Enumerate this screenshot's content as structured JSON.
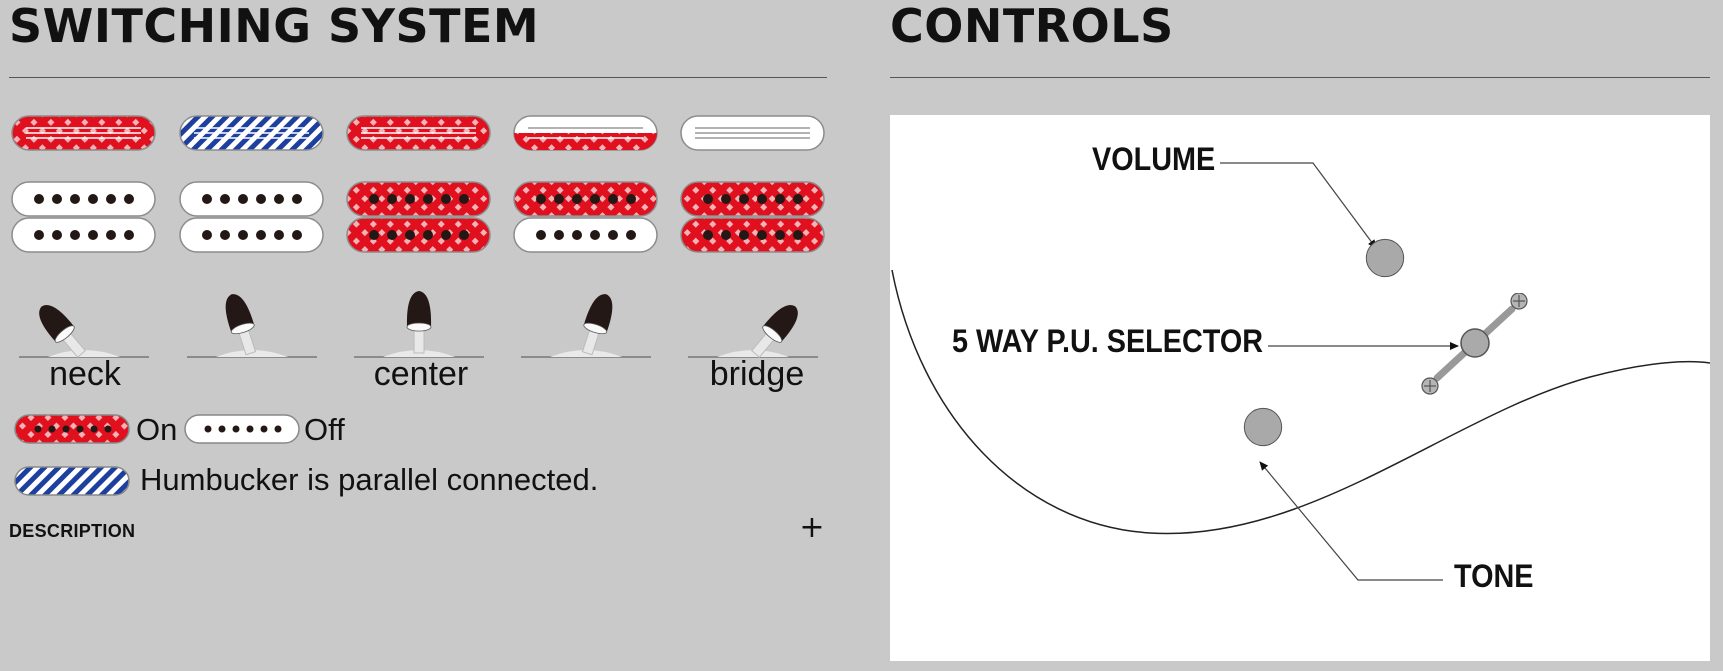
{
  "switching_system": {
    "title": "SWITCHING SYSTEM",
    "positions": [
      {
        "label": "neck",
        "lever": "left"
      },
      {
        "label": "",
        "lever": "mid-left"
      },
      {
        "label": "center",
        "lever": "center"
      },
      {
        "label": "",
        "lever": "mid-right"
      },
      {
        "label": "bridge",
        "lever": "right"
      }
    ],
    "pickup_rows": [
      [
        "on",
        "parallel",
        "on",
        "half-on",
        "off"
      ],
      [
        "off",
        "off",
        "on",
        "on",
        "on"
      ],
      [
        "off",
        "off",
        "on",
        "off",
        "on"
      ]
    ],
    "legend": {
      "on_label": "On",
      "off_label": "Off",
      "parallel_label": "Humbucker is parallel connected."
    },
    "description": {
      "label": "DESCRIPTION",
      "toggle_icon": "+"
    }
  },
  "controls": {
    "title": "CONTROLS",
    "volume_label": "VOLUME",
    "selector_label": "5 WAY P.U. SELECTOR",
    "tone_label": "TONE"
  },
  "colors": {
    "background": "#c9c9c9",
    "pickup_on": "#e0101e",
    "pickup_parallel": "#1d3f9e",
    "pickup_off": "#ffffff"
  }
}
